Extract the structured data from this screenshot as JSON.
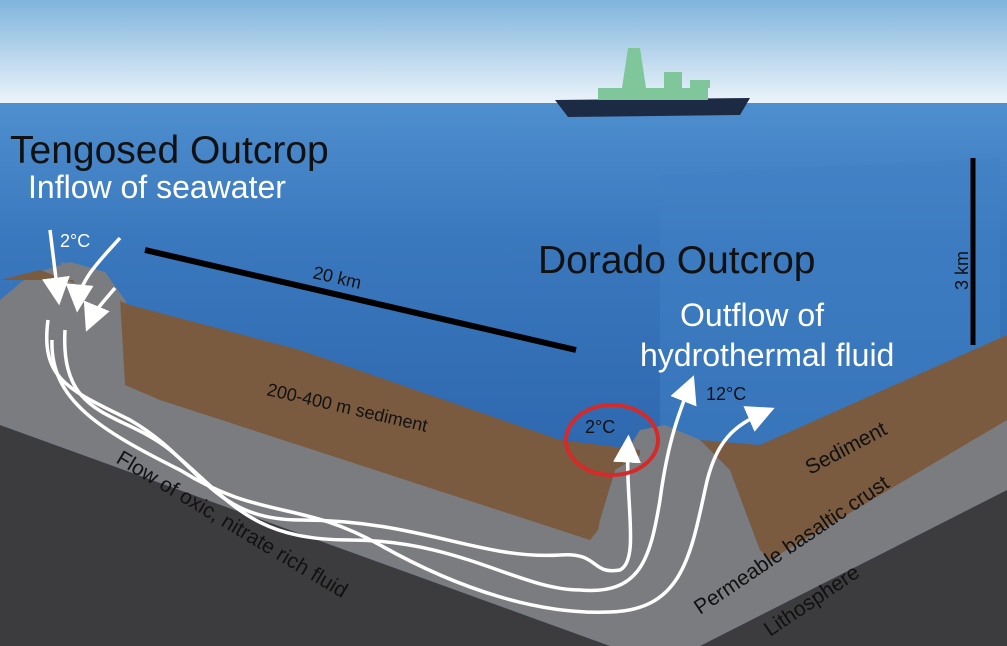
{
  "title_left": "Tengosed Outcrop",
  "subtitle_left": "Inflow of seawater",
  "title_right": "Dorado Outcrop",
  "subtitle_right_line1": "Outflow of",
  "subtitle_right_line2": "hydrothermal fluid",
  "scale_horizontal": "20 km",
  "scale_vertical": "3 km",
  "sediment_thickness": "200-400 m sediment",
  "temp_inflow": "2°C",
  "temp_circled": "2°C",
  "temp_outflow": "12°C",
  "layer_sediment": "Sediment",
  "layer_crust": "Permeable basaltic crust",
  "layer_lithosphere": "Lithosphere",
  "flow_label": "Flow of oxic, nitrate rich fluid",
  "colors": {
    "ocean": "#2f69b0",
    "sediment": "#7a5b3f",
    "crust": "#7b7c80",
    "lithosphere": "#3c3c3e",
    "highlight": "#d42a2a",
    "ship_hull": "#1d2a44",
    "ship_top": "#7fc79a"
  }
}
